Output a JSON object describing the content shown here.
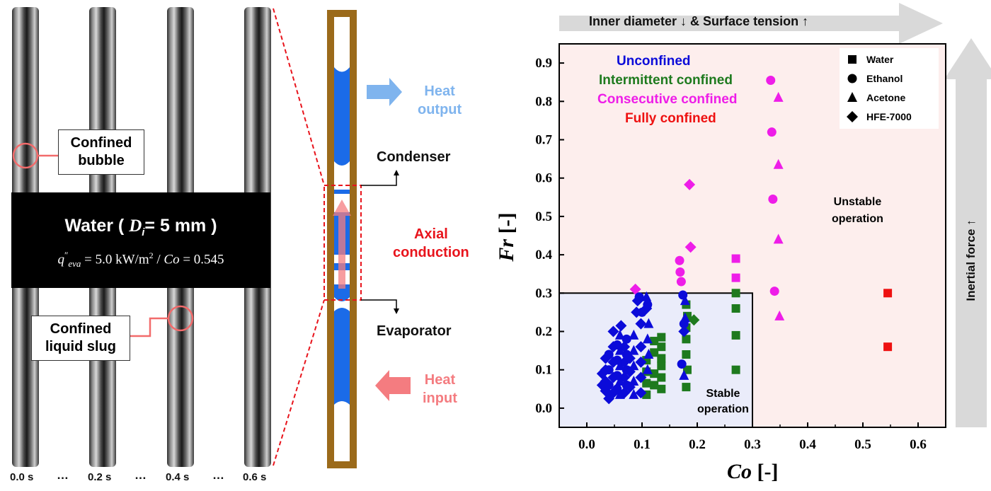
{
  "photo": {
    "times": [
      "0.0 s",
      "0.2 s",
      "0.4 s",
      "0.6 s"
    ],
    "ellipsis": "…",
    "callout_bubble": [
      "Confined",
      "bubble"
    ],
    "callout_slug": [
      "Confined",
      "liquid slug"
    ],
    "band_title": "Water ( Dᵢ= 5 mm )",
    "band_title_parts": {
      "pre": "Water ( ",
      "D": "D",
      "sub": "i",
      "post": "= 5 mm )"
    },
    "band_sub": "q″eva = 5.0 kW/m² / Co = 0.545",
    "band_sub_parts": {
      "q": "q",
      "dq": "″",
      "sub": "eva",
      "mid": " = 5.0 kW/m",
      "sup": "2",
      "mid2": " / ",
      "co": "Co",
      "end": " = 0.545"
    }
  },
  "schematic": {
    "heat_output": [
      "Heat",
      "output"
    ],
    "condenser": "Condenser",
    "axial": [
      "Axial",
      "conduction"
    ],
    "evaporator": "Evaporator",
    "heat_input": [
      "Heat",
      "input"
    ],
    "colors": {
      "frame": "#9b6a1a",
      "liquid": "#1b6be8",
      "axial": "#e8141c",
      "heat_out": "#7fb4ee",
      "heat_in": "#f47c80"
    }
  },
  "arrows": {
    "top": "Inner diameter ↓ & Surface tension ↑",
    "right": "Inertial force ↑"
  },
  "chart_data": {
    "type": "scatter",
    "xlabel": "Co [-]",
    "ylabel": "Fr [-]",
    "xlim": [
      -0.05,
      0.65
    ],
    "ylim": [
      -0.05,
      0.95
    ],
    "xticks": [
      "0.0",
      "0.1",
      "0.2",
      "0.3",
      "0.4",
      "0.5",
      "0.6"
    ],
    "yticks": [
      "0.0",
      "0.1",
      "0.2",
      "0.3",
      "0.4",
      "0.5",
      "0.6",
      "0.7",
      "0.8",
      "0.9"
    ],
    "regions": [
      {
        "label": "Unstable operation",
        "text": [
          "Unstable",
          "operation"
        ],
        "color": "#fdeeed"
      },
      {
        "label": "Stable operation",
        "text": [
          "Stable",
          "operation"
        ],
        "color": "#eaecfa",
        "x_max": 0.3,
        "y_max": 0.3
      }
    ],
    "categories": [
      {
        "name": "Unconfined",
        "color": "#0b0bd9"
      },
      {
        "name": "Intermittent confined",
        "color": "#1e7a1e"
      },
      {
        "name": "Consecutive confined",
        "color": "#ee1de8"
      },
      {
        "name": "Fully confined",
        "color": "#ee1111"
      }
    ],
    "legend": {
      "position": "top-right",
      "entries": [
        {
          "name": "Water",
          "marker": "square"
        },
        {
          "name": "Ethanol",
          "marker": "circle"
        },
        {
          "name": "Acetone",
          "marker": "triangle"
        },
        {
          "name": "HFE-7000",
          "marker": "diamond"
        }
      ]
    },
    "points": [
      {
        "x": 0.545,
        "y": 0.3,
        "fluid": "Water",
        "cat": "Fully confined"
      },
      {
        "x": 0.545,
        "y": 0.16,
        "fluid": "Water",
        "cat": "Fully confined"
      },
      {
        "x": 0.333,
        "y": 0.855,
        "fluid": "Ethanol",
        "cat": "Consecutive confined"
      },
      {
        "x": 0.347,
        "y": 0.81,
        "fluid": "Acetone",
        "cat": "Consecutive confined"
      },
      {
        "x": 0.335,
        "y": 0.72,
        "fluid": "Ethanol",
        "cat": "Consecutive confined"
      },
      {
        "x": 0.347,
        "y": 0.635,
        "fluid": "Acetone",
        "cat": "Consecutive confined"
      },
      {
        "x": 0.337,
        "y": 0.545,
        "fluid": "Ethanol",
        "cat": "Consecutive confined"
      },
      {
        "x": 0.347,
        "y": 0.44,
        "fluid": "Acetone",
        "cat": "Consecutive confined"
      },
      {
        "x": 0.34,
        "y": 0.305,
        "fluid": "Ethanol",
        "cat": "Consecutive confined"
      },
      {
        "x": 0.349,
        "y": 0.24,
        "fluid": "Acetone",
        "cat": "Consecutive confined"
      },
      {
        "x": 0.186,
        "y": 0.583,
        "fluid": "HFE-7000",
        "cat": "Consecutive confined"
      },
      {
        "x": 0.188,
        "y": 0.42,
        "fluid": "HFE-7000",
        "cat": "Consecutive confined"
      },
      {
        "x": 0.168,
        "y": 0.385,
        "fluid": "Ethanol",
        "cat": "Consecutive confined"
      },
      {
        "x": 0.169,
        "y": 0.355,
        "fluid": "Ethanol",
        "cat": "Consecutive confined"
      },
      {
        "x": 0.171,
        "y": 0.33,
        "fluid": "Ethanol",
        "cat": "Consecutive confined"
      },
      {
        "x": 0.088,
        "y": 0.31,
        "fluid": "HFE-7000",
        "cat": "Consecutive confined"
      },
      {
        "x": 0.27,
        "y": 0.39,
        "fluid": "Water",
        "cat": "Consecutive confined"
      },
      {
        "x": 0.27,
        "y": 0.34,
        "fluid": "Water",
        "cat": "Consecutive confined"
      },
      {
        "x": 0.27,
        "y": 0.3,
        "fluid": "Water",
        "cat": "Intermittent confined"
      },
      {
        "x": 0.27,
        "y": 0.26,
        "fluid": "Water",
        "cat": "Intermittent confined"
      },
      {
        "x": 0.27,
        "y": 0.19,
        "fluid": "Water",
        "cat": "Intermittent confined"
      },
      {
        "x": 0.27,
        "y": 0.1,
        "fluid": "Water",
        "cat": "Intermittent confined"
      },
      {
        "x": 0.18,
        "y": 0.27,
        "fluid": "Water",
        "cat": "Intermittent confined"
      },
      {
        "x": 0.182,
        "y": 0.24,
        "fluid": "Water",
        "cat": "Intermittent confined"
      },
      {
        "x": 0.194,
        "y": 0.23,
        "fluid": "HFE-7000",
        "cat": "Intermittent confined"
      },
      {
        "x": 0.18,
        "y": 0.18,
        "fluid": "Water",
        "cat": "Intermittent confined"
      },
      {
        "x": 0.18,
        "y": 0.14,
        "fluid": "Water",
        "cat": "Intermittent confined"
      },
      {
        "x": 0.182,
        "y": 0.1,
        "fluid": "Water",
        "cat": "Intermittent confined"
      },
      {
        "x": 0.18,
        "y": 0.055,
        "fluid": "Water",
        "cat": "Intermittent confined"
      },
      {
        "x": 0.18,
        "y": 0.21,
        "fluid": "Water",
        "cat": "Intermittent confined"
      },
      {
        "x": 0.135,
        "y": 0.185,
        "fluid": "Water",
        "cat": "Intermittent confined"
      },
      {
        "x": 0.135,
        "y": 0.16,
        "fluid": "Water",
        "cat": "Intermittent confined"
      },
      {
        "x": 0.135,
        "y": 0.13,
        "fluid": "Water",
        "cat": "Intermittent confined"
      },
      {
        "x": 0.135,
        "y": 0.11,
        "fluid": "Water",
        "cat": "Intermittent confined"
      },
      {
        "x": 0.135,
        "y": 0.08,
        "fluid": "Water",
        "cat": "Intermittent confined"
      },
      {
        "x": 0.135,
        "y": 0.05,
        "fluid": "Water",
        "cat": "Intermittent confined"
      },
      {
        "x": 0.108,
        "y": 0.125,
        "fluid": "Water",
        "cat": "Intermittent confined"
      },
      {
        "x": 0.108,
        "y": 0.095,
        "fluid": "Water",
        "cat": "Intermittent confined"
      },
      {
        "x": 0.108,
        "y": 0.065,
        "fluid": "Water",
        "cat": "Intermittent confined"
      },
      {
        "x": 0.108,
        "y": 0.035,
        "fluid": "Water",
        "cat": "Intermittent confined"
      },
      {
        "x": 0.122,
        "y": 0.175,
        "fluid": "Water",
        "cat": "Intermittent confined"
      },
      {
        "x": 0.122,
        "y": 0.145,
        "fluid": "Water",
        "cat": "Intermittent confined"
      },
      {
        "x": 0.122,
        "y": 0.09,
        "fluid": "Water",
        "cat": "Intermittent confined"
      },
      {
        "x": 0.122,
        "y": 0.06,
        "fluid": "Water",
        "cat": "Intermittent confined"
      },
      {
        "x": 0.174,
        "y": 0.295,
        "fluid": "Ethanol",
        "cat": "Unconfined"
      },
      {
        "x": 0.176,
        "y": 0.22,
        "fluid": "Ethanol",
        "cat": "Unconfined"
      },
      {
        "x": 0.172,
        "y": 0.115,
        "fluid": "Ethanol",
        "cat": "Unconfined"
      },
      {
        "x": 0.178,
        "y": 0.28,
        "fluid": "Acetone",
        "cat": "Unconfined"
      },
      {
        "x": 0.178,
        "y": 0.235,
        "fluid": "Acetone",
        "cat": "Unconfined"
      },
      {
        "x": 0.176,
        "y": 0.085,
        "fluid": "Acetone",
        "cat": "Unconfined"
      },
      {
        "x": 0.176,
        "y": 0.2,
        "fluid": "HFE-7000",
        "cat": "Unconfined"
      },
      {
        "x": 0.095,
        "y": 0.29,
        "fluid": "Ethanol",
        "cat": "Unconfined"
      },
      {
        "x": 0.1,
        "y": 0.25,
        "fluid": "Ethanol",
        "cat": "Unconfined"
      },
      {
        "x": 0.11,
        "y": 0.27,
        "fluid": "Ethanol",
        "cat": "Unconfined"
      },
      {
        "x": 0.108,
        "y": 0.29,
        "fluid": "Acetone",
        "cat": "Unconfined"
      },
      {
        "x": 0.112,
        "y": 0.22,
        "fluid": "Acetone",
        "cat": "Unconfined"
      },
      {
        "x": 0.11,
        "y": 0.18,
        "fluid": "Acetone",
        "cat": "Unconfined"
      },
      {
        "x": 0.112,
        "y": 0.14,
        "fluid": "Acetone",
        "cat": "Unconfined"
      },
      {
        "x": 0.11,
        "y": 0.1,
        "fluid": "Acetone",
        "cat": "Unconfined"
      },
      {
        "x": 0.108,
        "y": 0.26,
        "fluid": "HFE-7000",
        "cat": "Unconfined"
      },
      {
        "x": 0.098,
        "y": 0.22,
        "fluid": "HFE-7000",
        "cat": "Unconfined"
      },
      {
        "x": 0.098,
        "y": 0.16,
        "fluid": "HFE-7000",
        "cat": "Unconfined"
      },
      {
        "x": 0.098,
        "y": 0.12,
        "fluid": "HFE-7000",
        "cat": "Unconfined"
      },
      {
        "x": 0.098,
        "y": 0.08,
        "fluid": "HFE-7000",
        "cat": "Unconfined"
      },
      {
        "x": 0.098,
        "y": 0.04,
        "fluid": "HFE-7000",
        "cat": "Unconfined"
      },
      {
        "x": 0.085,
        "y": 0.19,
        "fluid": "Acetone",
        "cat": "Unconfined"
      },
      {
        "x": 0.085,
        "y": 0.15,
        "fluid": "Acetone",
        "cat": "Unconfined"
      },
      {
        "x": 0.085,
        "y": 0.11,
        "fluid": "Acetone",
        "cat": "Unconfined"
      },
      {
        "x": 0.085,
        "y": 0.07,
        "fluid": "Acetone",
        "cat": "Unconfined"
      },
      {
        "x": 0.085,
        "y": 0.035,
        "fluid": "Acetone",
        "cat": "Unconfined"
      },
      {
        "x": 0.072,
        "y": 0.18,
        "fluid": "Ethanol",
        "cat": "Unconfined"
      },
      {
        "x": 0.072,
        "y": 0.14,
        "fluid": "Ethanol",
        "cat": "Unconfined"
      },
      {
        "x": 0.072,
        "y": 0.1,
        "fluid": "Ethanol",
        "cat": "Unconfined"
      },
      {
        "x": 0.072,
        "y": 0.06,
        "fluid": "Ethanol",
        "cat": "Unconfined"
      },
      {
        "x": 0.068,
        "y": 0.16,
        "fluid": "HFE-7000",
        "cat": "Unconfined"
      },
      {
        "x": 0.068,
        "y": 0.12,
        "fluid": "HFE-7000",
        "cat": "Unconfined"
      },
      {
        "x": 0.068,
        "y": 0.08,
        "fluid": "HFE-7000",
        "cat": "Unconfined"
      },
      {
        "x": 0.068,
        "y": 0.04,
        "fluid": "HFE-7000",
        "cat": "Unconfined"
      },
      {
        "x": 0.06,
        "y": 0.19,
        "fluid": "Acetone",
        "cat": "Unconfined"
      },
      {
        "x": 0.06,
        "y": 0.15,
        "fluid": "Acetone",
        "cat": "Unconfined"
      },
      {
        "x": 0.06,
        "y": 0.11,
        "fluid": "Acetone",
        "cat": "Unconfined"
      },
      {
        "x": 0.06,
        "y": 0.07,
        "fluid": "Acetone",
        "cat": "Unconfined"
      },
      {
        "x": 0.06,
        "y": 0.035,
        "fluid": "Acetone",
        "cat": "Unconfined"
      },
      {
        "x": 0.055,
        "y": 0.165,
        "fluid": "Ethanol",
        "cat": "Unconfined"
      },
      {
        "x": 0.055,
        "y": 0.125,
        "fluid": "Ethanol",
        "cat": "Unconfined"
      },
      {
        "x": 0.055,
        "y": 0.085,
        "fluid": "Ethanol",
        "cat": "Unconfined"
      },
      {
        "x": 0.055,
        "y": 0.05,
        "fluid": "Ethanol",
        "cat": "Unconfined"
      },
      {
        "x": 0.048,
        "y": 0.2,
        "fluid": "HFE-7000",
        "cat": "Unconfined"
      },
      {
        "x": 0.048,
        "y": 0.16,
        "fluid": "HFE-7000",
        "cat": "Unconfined"
      },
      {
        "x": 0.048,
        "y": 0.12,
        "fluid": "HFE-7000",
        "cat": "Unconfined"
      },
      {
        "x": 0.048,
        "y": 0.08,
        "fluid": "HFE-7000",
        "cat": "Unconfined"
      },
      {
        "x": 0.048,
        "y": 0.04,
        "fluid": "HFE-7000",
        "cat": "Unconfined"
      },
      {
        "x": 0.04,
        "y": 0.14,
        "fluid": "Ethanol",
        "cat": "Unconfined"
      },
      {
        "x": 0.04,
        "y": 0.1,
        "fluid": "Ethanol",
        "cat": "Unconfined"
      },
      {
        "x": 0.04,
        "y": 0.06,
        "fluid": "Ethanol",
        "cat": "Unconfined"
      },
      {
        "x": 0.04,
        "y": 0.025,
        "fluid": "HFE-7000",
        "cat": "Unconfined"
      },
      {
        "x": 0.034,
        "y": 0.13,
        "fluid": "HFE-7000",
        "cat": "Unconfined"
      },
      {
        "x": 0.034,
        "y": 0.1,
        "fluid": "HFE-7000",
        "cat": "Unconfined"
      },
      {
        "x": 0.034,
        "y": 0.07,
        "fluid": "HFE-7000",
        "cat": "Unconfined"
      },
      {
        "x": 0.034,
        "y": 0.045,
        "fluid": "HFE-7000",
        "cat": "Unconfined"
      },
      {
        "x": 0.028,
        "y": 0.09,
        "fluid": "HFE-7000",
        "cat": "Unconfined"
      },
      {
        "x": 0.028,
        "y": 0.06,
        "fluid": "HFE-7000",
        "cat": "Unconfined"
      },
      {
        "x": 0.062,
        "y": 0.215,
        "fluid": "HFE-7000",
        "cat": "Unconfined"
      },
      {
        "x": 0.078,
        "y": 0.13,
        "fluid": "HFE-7000",
        "cat": "Unconfined"
      },
      {
        "x": 0.078,
        "y": 0.095,
        "fluid": "HFE-7000",
        "cat": "Unconfined"
      },
      {
        "x": 0.078,
        "y": 0.055,
        "fluid": "HFE-7000",
        "cat": "Unconfined"
      },
      {
        "x": 0.09,
        "y": 0.25,
        "fluid": "HFE-7000",
        "cat": "Unconfined"
      },
      {
        "x": 0.092,
        "y": 0.28,
        "fluid": "HFE-7000",
        "cat": "Unconfined"
      }
    ]
  }
}
